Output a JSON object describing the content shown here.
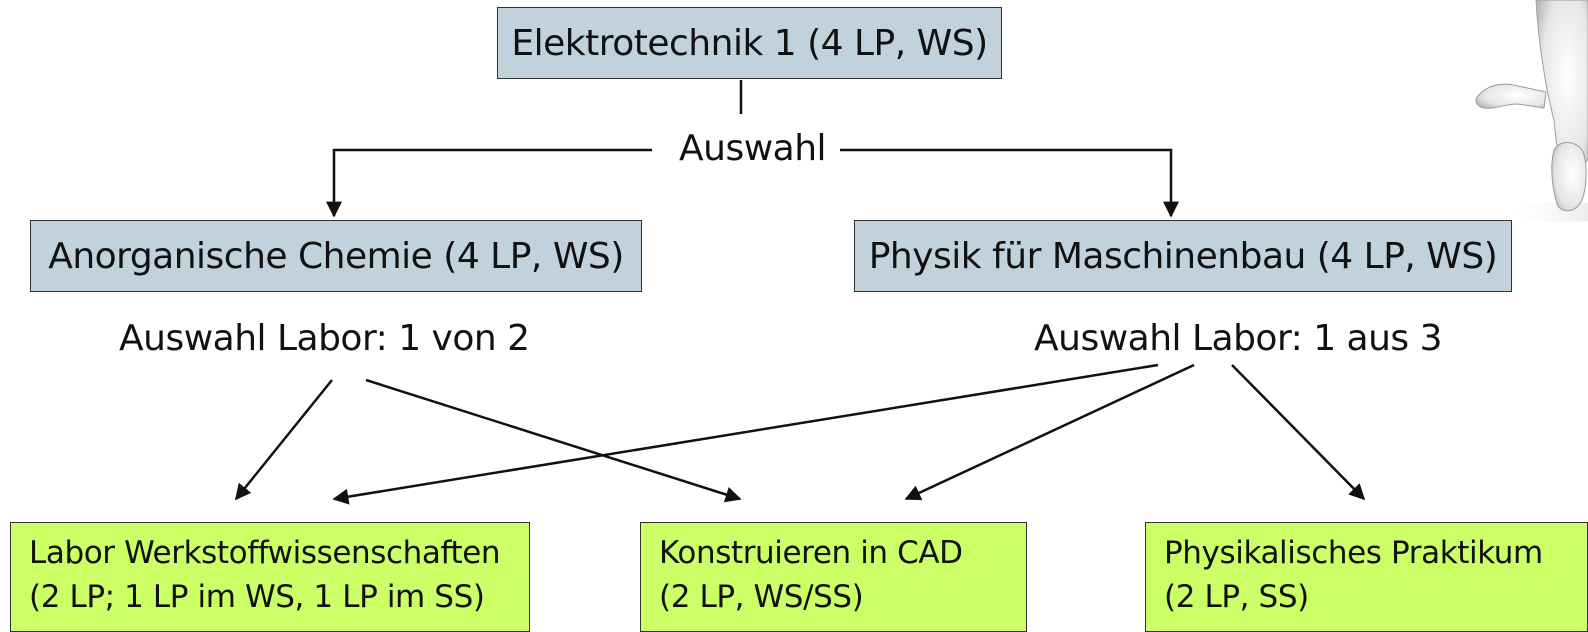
{
  "nodes": {
    "top": "Elektrotechnik 1 (4 LP, WS)",
    "choice": "Auswahl",
    "left": "Anorganische Chemie (4 LP, WS)",
    "right": "Physik für Maschinenbau (4 LP, WS)",
    "left_lab_choice": "Auswahl Labor: 1 von 2",
    "right_lab_choice": "Auswahl Labor: 1 aus 3",
    "lab1": {
      "line1": "Labor Werkstoffwissenschaften",
      "line2": "(2 LP; 1 LP im WS, 1 LP im SS)"
    },
    "lab2": {
      "line1": "Konstruieren in CAD",
      "line2": "(2 LP, WS/SS)"
    },
    "lab3": {
      "line1": "Physikalisches Praktikum",
      "line2": "(2 LP, SS)"
    }
  },
  "colors": {
    "course_box": "#c2d2dc",
    "lab_box": "#ccff66",
    "lines": "#111111"
  },
  "decoration": {
    "figure": "3d-person-clipart"
  }
}
